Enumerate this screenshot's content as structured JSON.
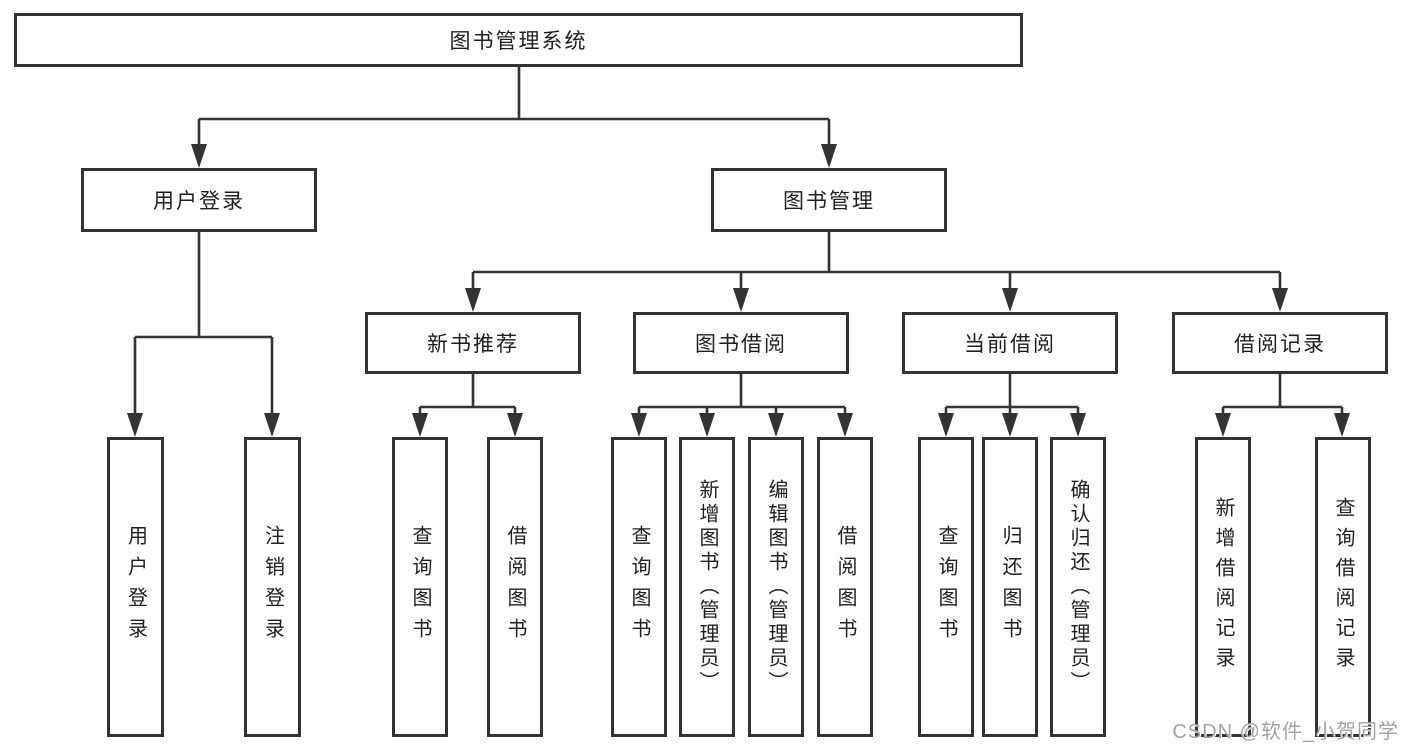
{
  "diagram": {
    "root": "图书管理系统",
    "level2": [
      "用户登录",
      "图书管理"
    ],
    "level3": [
      "新书推荐",
      "图书借阅",
      "当前借阅",
      "借阅记录"
    ],
    "leaves": {
      "user_login": [
        "用户登录",
        "注销登录"
      ],
      "new_books": [
        "查询图书",
        "借阅图书"
      ],
      "book_borrow": [
        "查询图书",
        "新增图书（管理员）",
        "编辑图书（管理员）",
        "借阅图书"
      ],
      "current_borrow": [
        "查询图书",
        "归还图书",
        "确认归还（管理员）"
      ],
      "borrow_records": [
        "新增借阅记录",
        "查询借阅记录"
      ]
    }
  },
  "watermark": "CSDN @软件_小贺同学",
  "colors": {
    "line": "#333333",
    "box_border": "#333333",
    "text": "#1f1f1f",
    "watermark": "#a3a3a3",
    "background": "#ffffff"
  }
}
